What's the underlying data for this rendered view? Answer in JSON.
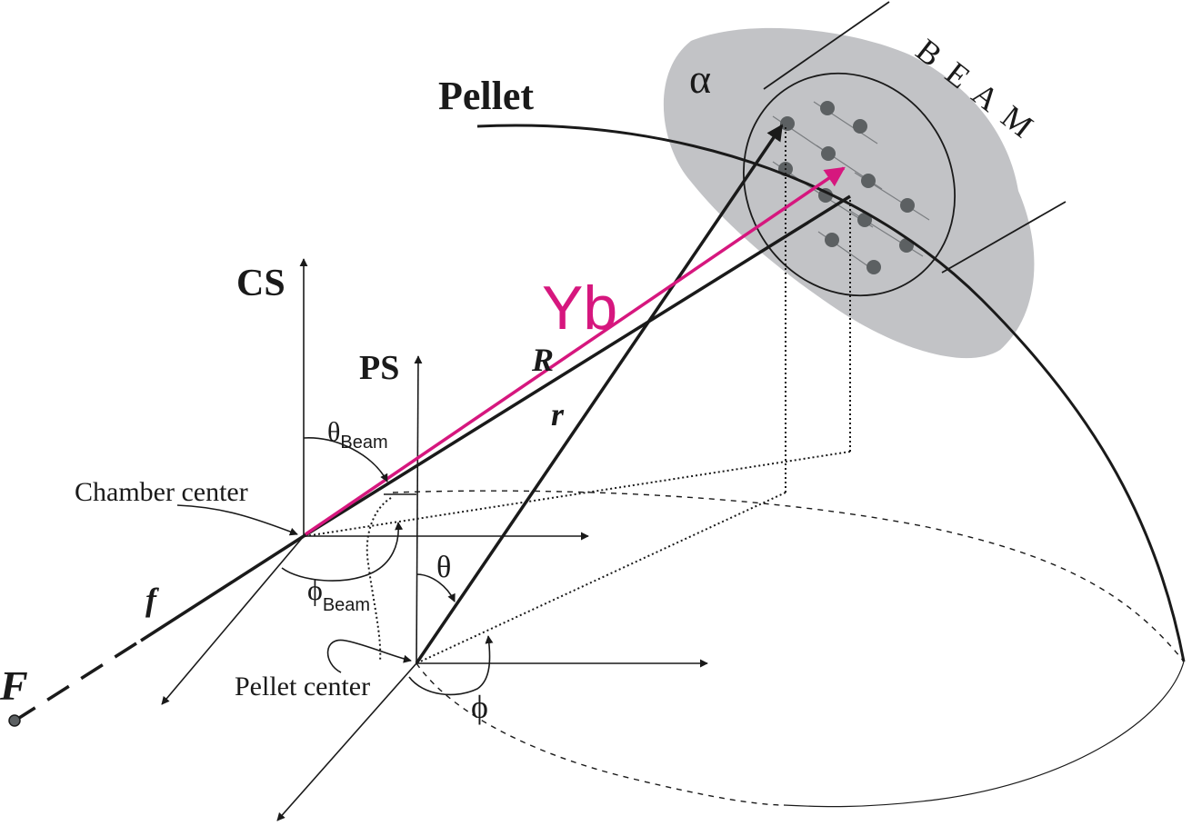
{
  "labels": {
    "pellet": "Pellet",
    "beam": "B E A M",
    "alpha": "α",
    "yb": "Yb",
    "cs": "CS",
    "ps": "PS",
    "big_r": "R",
    "small_r": "r",
    "theta_beam_symbol": "θ",
    "theta_beam_sub": "Beam",
    "phi_beam_symbol": "ϕ",
    "phi_beam_sub": "Beam",
    "theta": "θ",
    "phi": "ϕ",
    "chamber_center": "Chamber center",
    "pellet_center": "Pellet center",
    "f": "f",
    "big_f": "F"
  },
  "colors": {
    "line": "#1a1a1a",
    "magenta": "#d6177e",
    "beam_gray": "#c2c3c6",
    "dot": "#5c6062"
  }
}
